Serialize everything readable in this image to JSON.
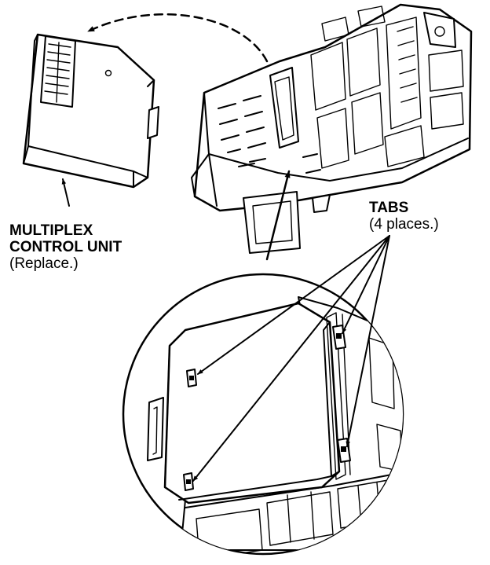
{
  "labels": {
    "unit_line1": "MULTIPLEX",
    "unit_line2": "CONTROL UNIT",
    "unit_line3": "(Replace.)",
    "tabs_line1": "TABS",
    "tabs_line2": "(4 places.)"
  },
  "colors": {
    "ink": "#000000",
    "background": "#ffffff"
  }
}
